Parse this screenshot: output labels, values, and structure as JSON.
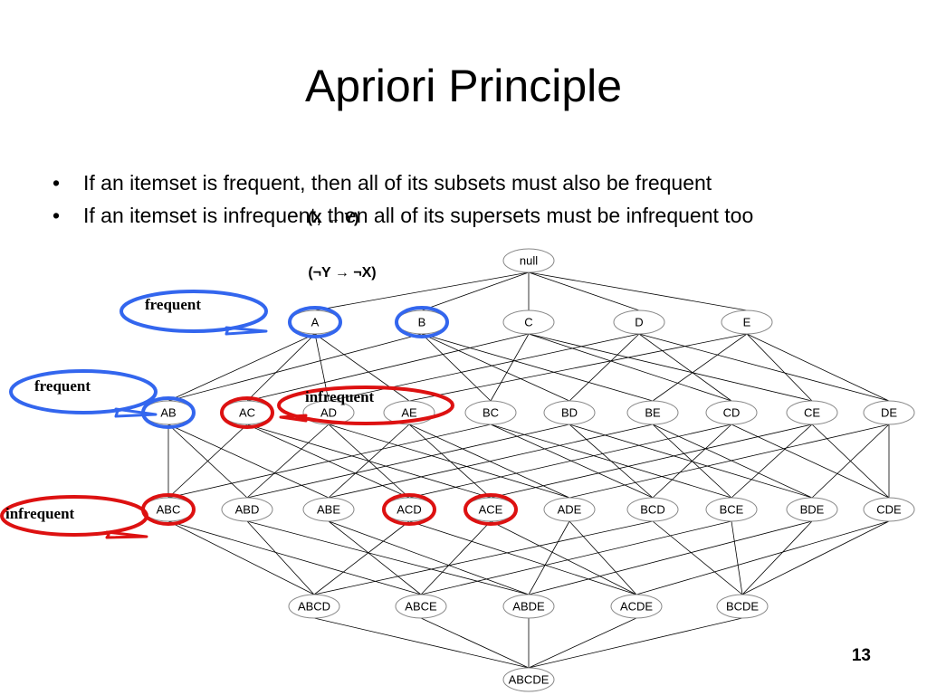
{
  "slide": {
    "title": "Apriori Principle",
    "bullets": [
      "If an itemset is frequent, then all of its subsets must also be frequent",
      "If an itemset is infrequent, then all of its supersets must be infrequent too"
    ],
    "page_number": "13"
  },
  "lattice": {
    "levels": [
      [
        "null"
      ],
      [
        "A",
        "B",
        "C",
        "D",
        "E"
      ],
      [
        "AB",
        "AC",
        "AD",
        "AE",
        "BC",
        "BD",
        "BE",
        "CD",
        "CE",
        "DE"
      ],
      [
        "ABC",
        "ABD",
        "ABE",
        "ACD",
        "ACE",
        "ADE",
        "BCD",
        "BCE",
        "BDE",
        "CDE"
      ],
      [
        "ABCD",
        "ABCE",
        "ABDE",
        "ACDE",
        "BCDE"
      ],
      [
        "ABCDE"
      ]
    ],
    "highlighted_frequent": [
      "A",
      "B",
      "AB"
    ],
    "highlighted_infrequent": [
      "AC",
      "ABC",
      "ACD",
      "ACE"
    ]
  },
  "annotations": {
    "implication_1": "(X → Y)",
    "implication_2": "(¬Y → ¬X)",
    "callouts": [
      {
        "label": "frequent",
        "kind": "frequent"
      },
      {
        "label": "frequent",
        "kind": "frequent"
      },
      {
        "label": "infrequent",
        "kind": "infrequent"
      },
      {
        "label": "infrequent",
        "kind": "infrequent"
      }
    ]
  },
  "colors": {
    "frequent": "#3366ee",
    "infrequent": "#dd1111",
    "edge": "#000000"
  }
}
